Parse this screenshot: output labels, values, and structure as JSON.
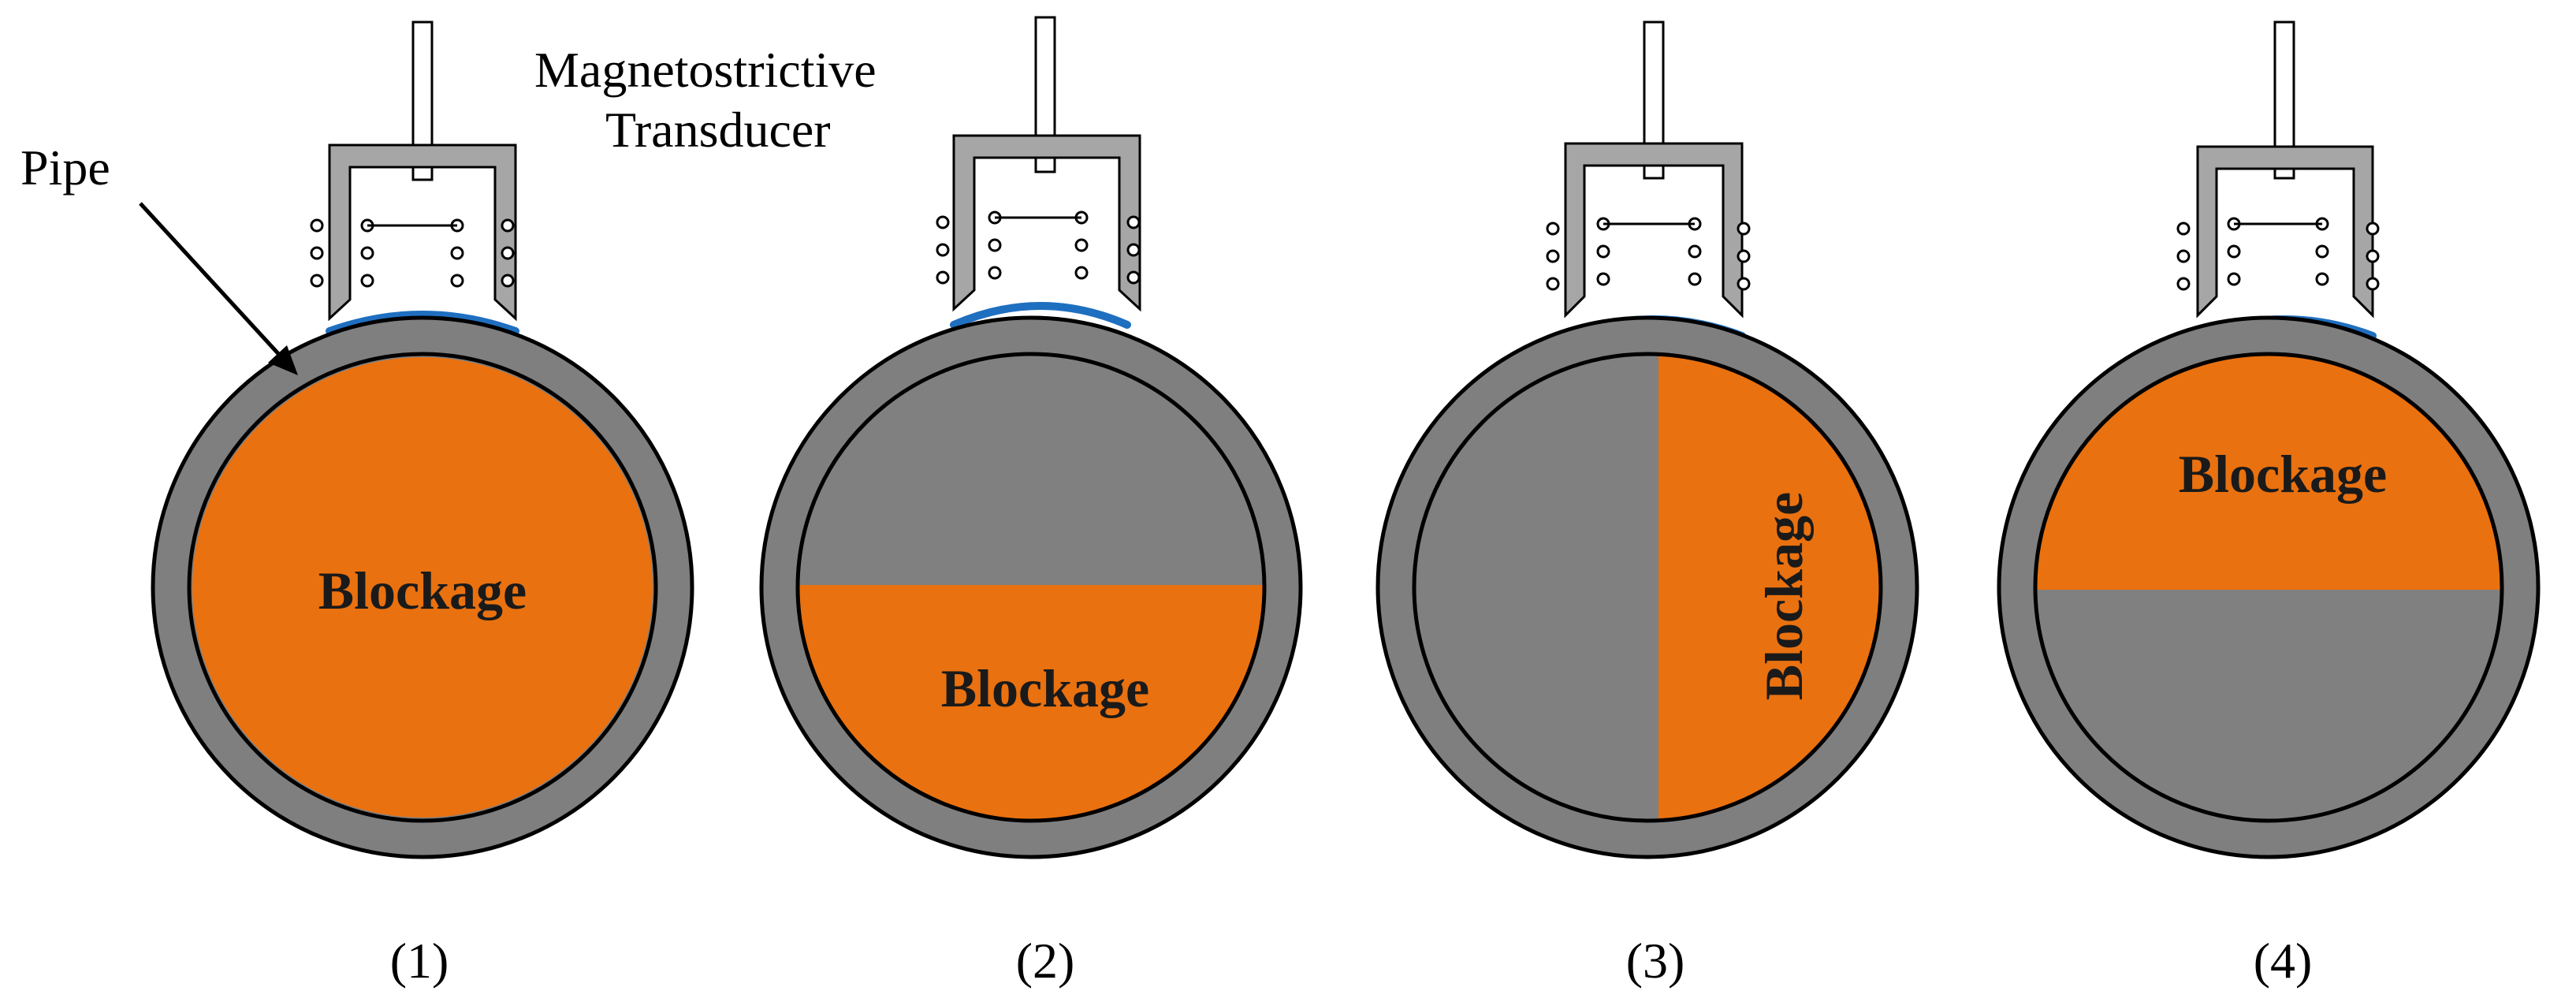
{
  "labels": {
    "pipe": "Pipe",
    "transducer_line1": "Magnetostrictive",
    "transducer_line2": "Transducer"
  },
  "panels": [
    {
      "caption": "(1)",
      "blockage_label": "Blockage",
      "blockage_position": "full"
    },
    {
      "caption": "(2)",
      "blockage_label": "Blockage",
      "blockage_position": "bottom"
    },
    {
      "caption": "(3)",
      "blockage_label": "Blockage",
      "blockage_position": "right"
    },
    {
      "caption": "(4)",
      "blockage_label": "Blockage",
      "blockage_position": "top"
    }
  ],
  "colors": {
    "pipe_wall": "#7f7f7f",
    "pipe_interior": "#808080",
    "blockage": "#e97110",
    "coupling_arc": "#1f6fc0",
    "transducer_body": "#a6a6a6"
  }
}
